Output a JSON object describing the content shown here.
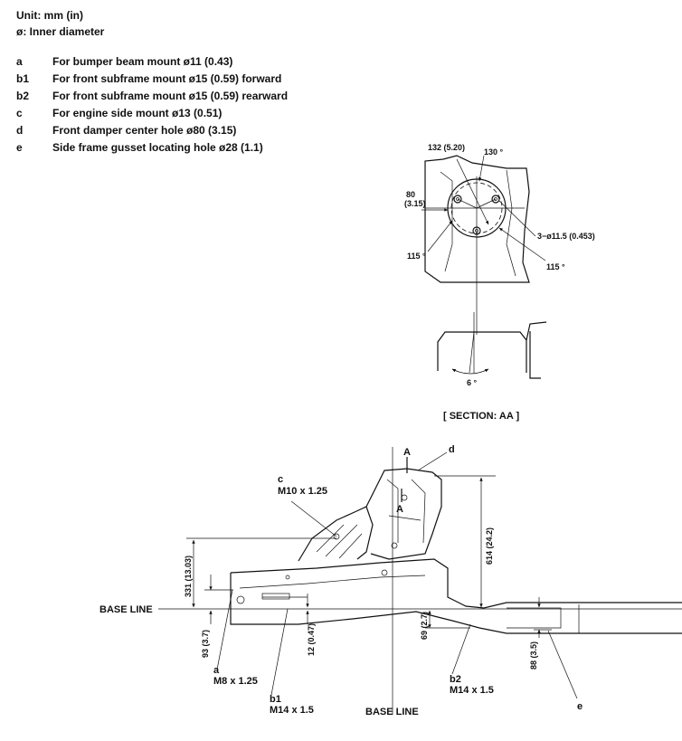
{
  "header": {
    "unit": "Unit: mm (in)",
    "inner_diameter": "ø: Inner diameter"
  },
  "legend": [
    {
      "key": "a",
      "text": "For bumper beam mount ø11 (0.43)"
    },
    {
      "key": "b1",
      "text": "For front subframe mount ø15 (0.59) forward"
    },
    {
      "key": "b2",
      "text": "For front subframe mount ø15 (0.59) rearward"
    },
    {
      "key": "c",
      "text": "For engine side mount ø13 (0.51)"
    },
    {
      "key": "d",
      "text": "Front damper center hole ø80 (3.15)"
    },
    {
      "key": "e",
      "text": "Side frame gusset locating hole ø28 (1.1)"
    }
  ],
  "detail": {
    "pitch": "132 (5.20)",
    "angle_top": "130 °",
    "diameter_80": "80",
    "diameter_80_in": "(3.15)",
    "holes": "3−ø11.5 (0.453)",
    "angle_left": "115 °",
    "angle_right": "115 °"
  },
  "section": {
    "angle": "6 °",
    "label": "[ SECTION: AA ]"
  },
  "main": {
    "section_mark_top": "A",
    "section_mark_bottom": "A",
    "point_d": "d",
    "point_c": "c",
    "c_thread": "M10 x 1.25",
    "point_a": "a",
    "a_thread": "M8 x 1.25",
    "point_b1": "b1",
    "b1_thread": "M14 x 1.5",
    "point_b2": "b2",
    "b2_thread": "M14 x 1.5",
    "point_e": "e",
    "base_line_left": "BASE LINE",
    "base_line_bottom": "BASE LINE",
    "dims": {
      "d614": "614 (24.2)",
      "d331": "331 (13.03)",
      "d93": "93 (3.7)",
      "d12": "12 (0.47)",
      "d69": "69 (2.7)",
      "d88": "88 (3.5)"
    }
  }
}
